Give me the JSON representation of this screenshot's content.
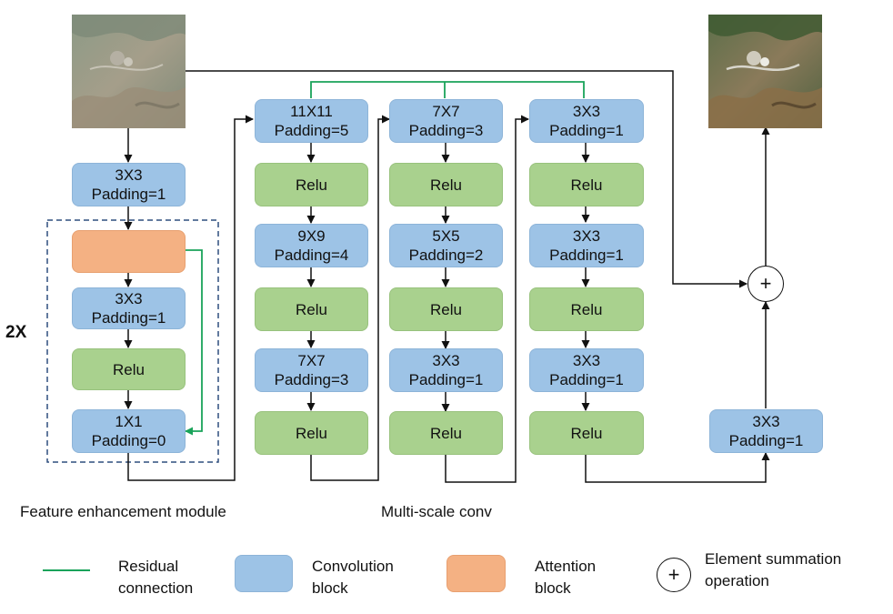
{
  "fem": {
    "input_conv": {
      "line1": "3X3",
      "line2": "Padding=1"
    },
    "conv2": {
      "line1": "3X3",
      "line2": "Padding=1"
    },
    "relu": "Relu",
    "conv3": {
      "line1": "1X1",
      "line2": "Padding=0"
    },
    "repeat_label": "2X",
    "caption": "Feature enhancement module"
  },
  "msc": {
    "col1": [
      {
        "line1": "11X11",
        "line2": "Padding=5"
      },
      {
        "line1": "Relu"
      },
      {
        "line1": "9X9",
        "line2": "Padding=4"
      },
      {
        "line1": "Relu"
      },
      {
        "line1": "7X7",
        "line2": "Padding=3"
      },
      {
        "line1": "Relu"
      }
    ],
    "col2": [
      {
        "line1": "7X7",
        "line2": "Padding=3"
      },
      {
        "line1": "Relu"
      },
      {
        "line1": "5X5",
        "line2": "Padding=2"
      },
      {
        "line1": "Relu"
      },
      {
        "line1": "3X3",
        "line2": "Padding=1"
      },
      {
        "line1": "Relu"
      }
    ],
    "col3": [
      {
        "line1": "3X3",
        "line2": "Padding=1"
      },
      {
        "line1": "Relu"
      },
      {
        "line1": "3X3",
        "line2": "Padding=1"
      },
      {
        "line1": "Relu"
      },
      {
        "line1": "3X3",
        "line2": "Padding=1"
      },
      {
        "line1": "Relu"
      }
    ],
    "caption": "Multi-scale conv"
  },
  "output": {
    "conv": {
      "line1": "3X3",
      "line2": "Padding=1"
    },
    "sum_symbol": "+"
  },
  "legend": {
    "residual": {
      "line1": "Residual",
      "line2": "connection"
    },
    "conv_block": {
      "line1": "Convolution",
      "line2": "block"
    },
    "attention": {
      "line1": "Attention",
      "line2": "block"
    },
    "sum_symbol": "+",
    "summation": {
      "line1": "Element summation",
      "line2": "operation"
    }
  },
  "colors": {
    "conv": "#9dc3e6",
    "relu": "#a9d18e",
    "attention": "#f4b183",
    "residual_line": "#1aa35a",
    "arrow": "#111111",
    "dashed_box": "#2f4f7f"
  }
}
